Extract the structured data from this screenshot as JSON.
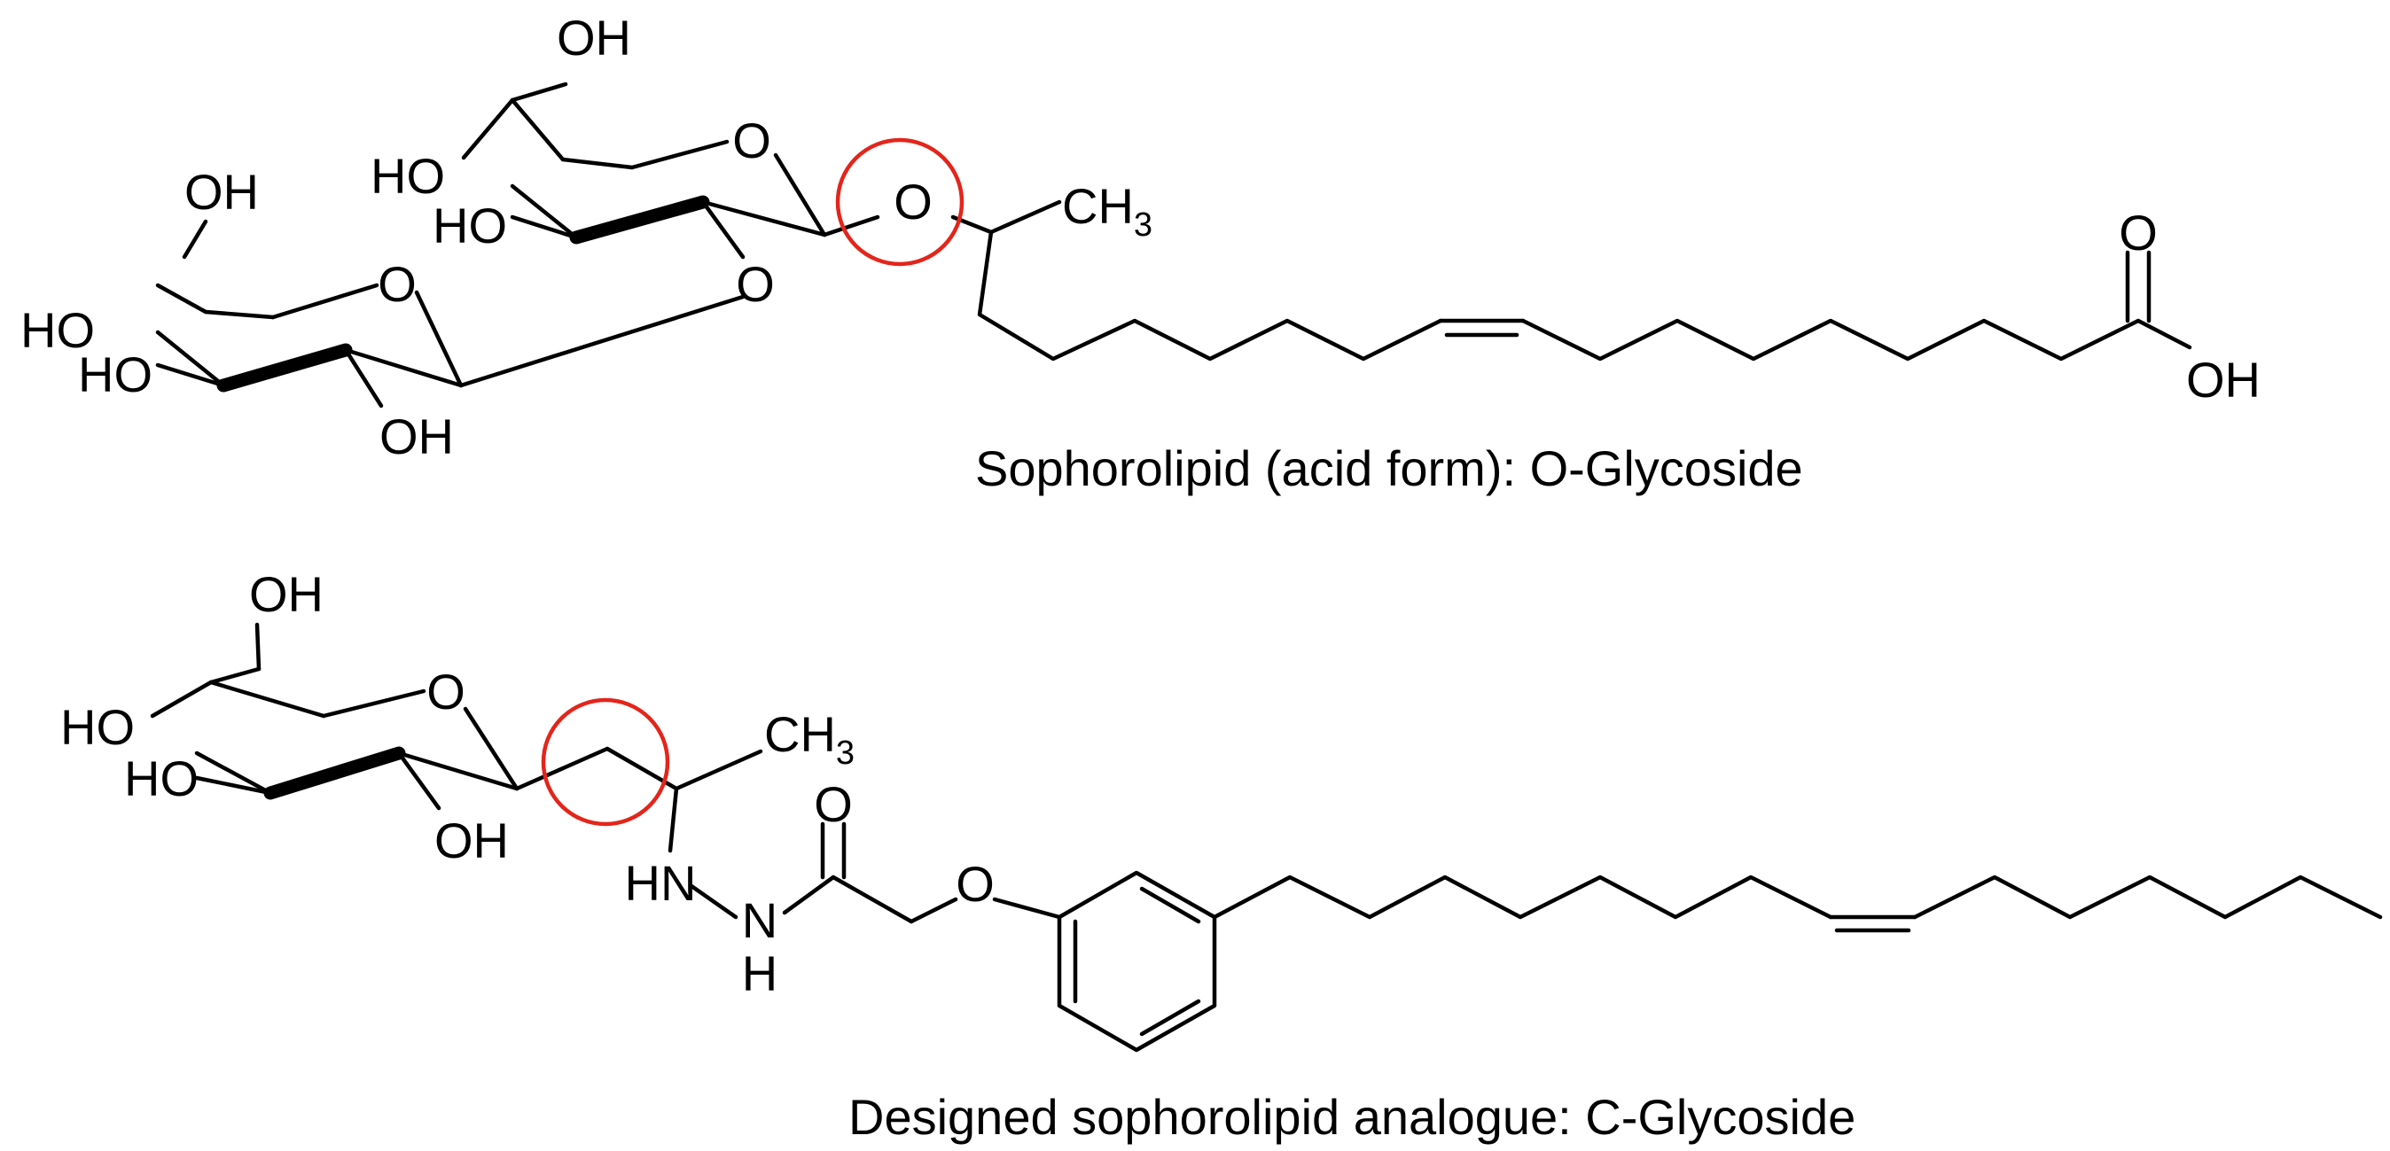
{
  "colors": {
    "ink": "#000000",
    "highlight": "#e3251b",
    "background": "#ffffff"
  },
  "top_molecule": {
    "caption": "Sophorolipid (acid form): O-Glycoside",
    "labels": {
      "oh_ch2_upper": "OH",
      "ho_c4_upper": "HO",
      "ho_c3_upper": "HO",
      "ring_o_upper": "O",
      "o_link_c2": "O",
      "glycosidic_o": "O",
      "ch3": "CH",
      "ch3_sub": "3",
      "oh_ch2_lower": "OH",
      "ring_o_lower": "O",
      "ho_c4_lower": "HO",
      "ho_c3_lower": "HO",
      "oh_c2_lower": "OH",
      "carbonyl_o": "O",
      "acid_oh": "OH"
    }
  },
  "bottom_molecule": {
    "caption": "Designed sophorolipid analogue: C-Glycoside",
    "labels": {
      "oh_ch2": "OH",
      "ring_o": "O",
      "ho_c4": "HO",
      "ho_c3": "HO",
      "oh_c2": "OH",
      "ch3": "CH",
      "ch3_sub": "3",
      "hn": "HN",
      "n": "N",
      "nh_h": "H",
      "carbonyl_o": "O",
      "ether_o": "O"
    }
  }
}
